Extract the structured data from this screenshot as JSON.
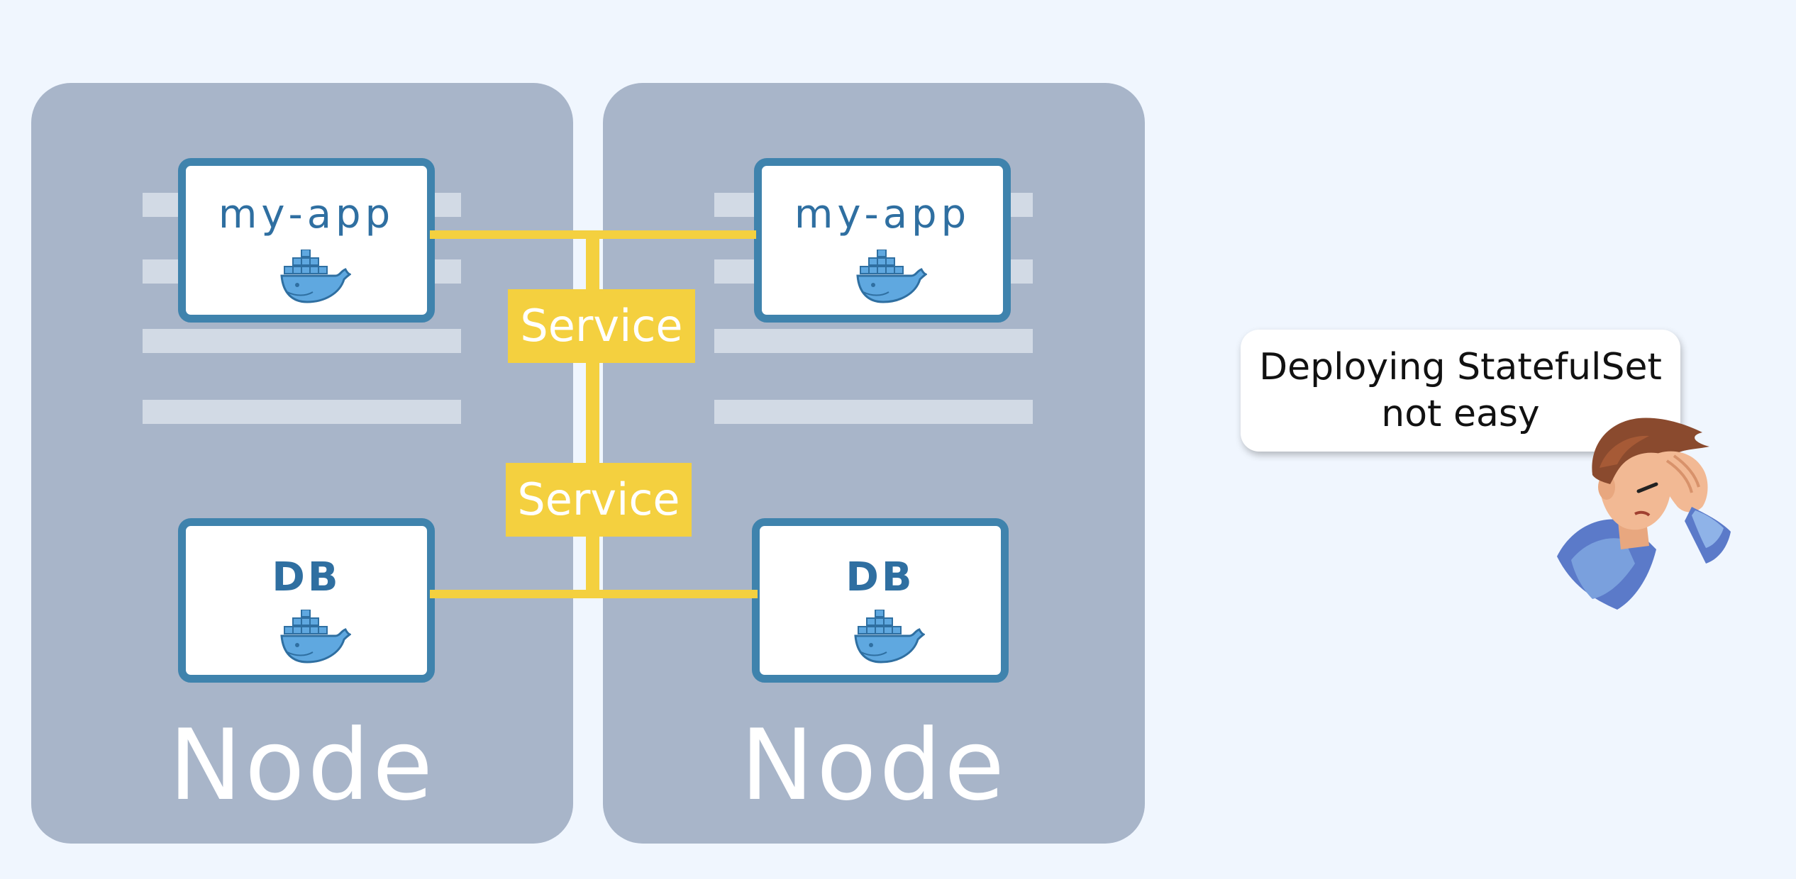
{
  "nodes": [
    {
      "label": "Node",
      "pods": [
        {
          "label": "my-app",
          "icon": "docker-whale-icon"
        },
        {
          "label": "DB",
          "icon": "docker-whale-icon"
        }
      ]
    },
    {
      "label": "Node",
      "pods": [
        {
          "label": "my-app",
          "icon": "docker-whale-icon"
        },
        {
          "label": "DB",
          "icon": "docker-whale-icon"
        }
      ]
    }
  ],
  "services": [
    {
      "label": "Service"
    },
    {
      "label": "Service"
    }
  ],
  "callout": {
    "line1": "Deploying StatefulSet",
    "line2": "not easy"
  },
  "colors": {
    "background": "#f0f6fe",
    "node": "#a8b5c9",
    "pod_border": "#3f83ad",
    "service": "#f4d03f",
    "whale": "#5fa8e0"
  }
}
